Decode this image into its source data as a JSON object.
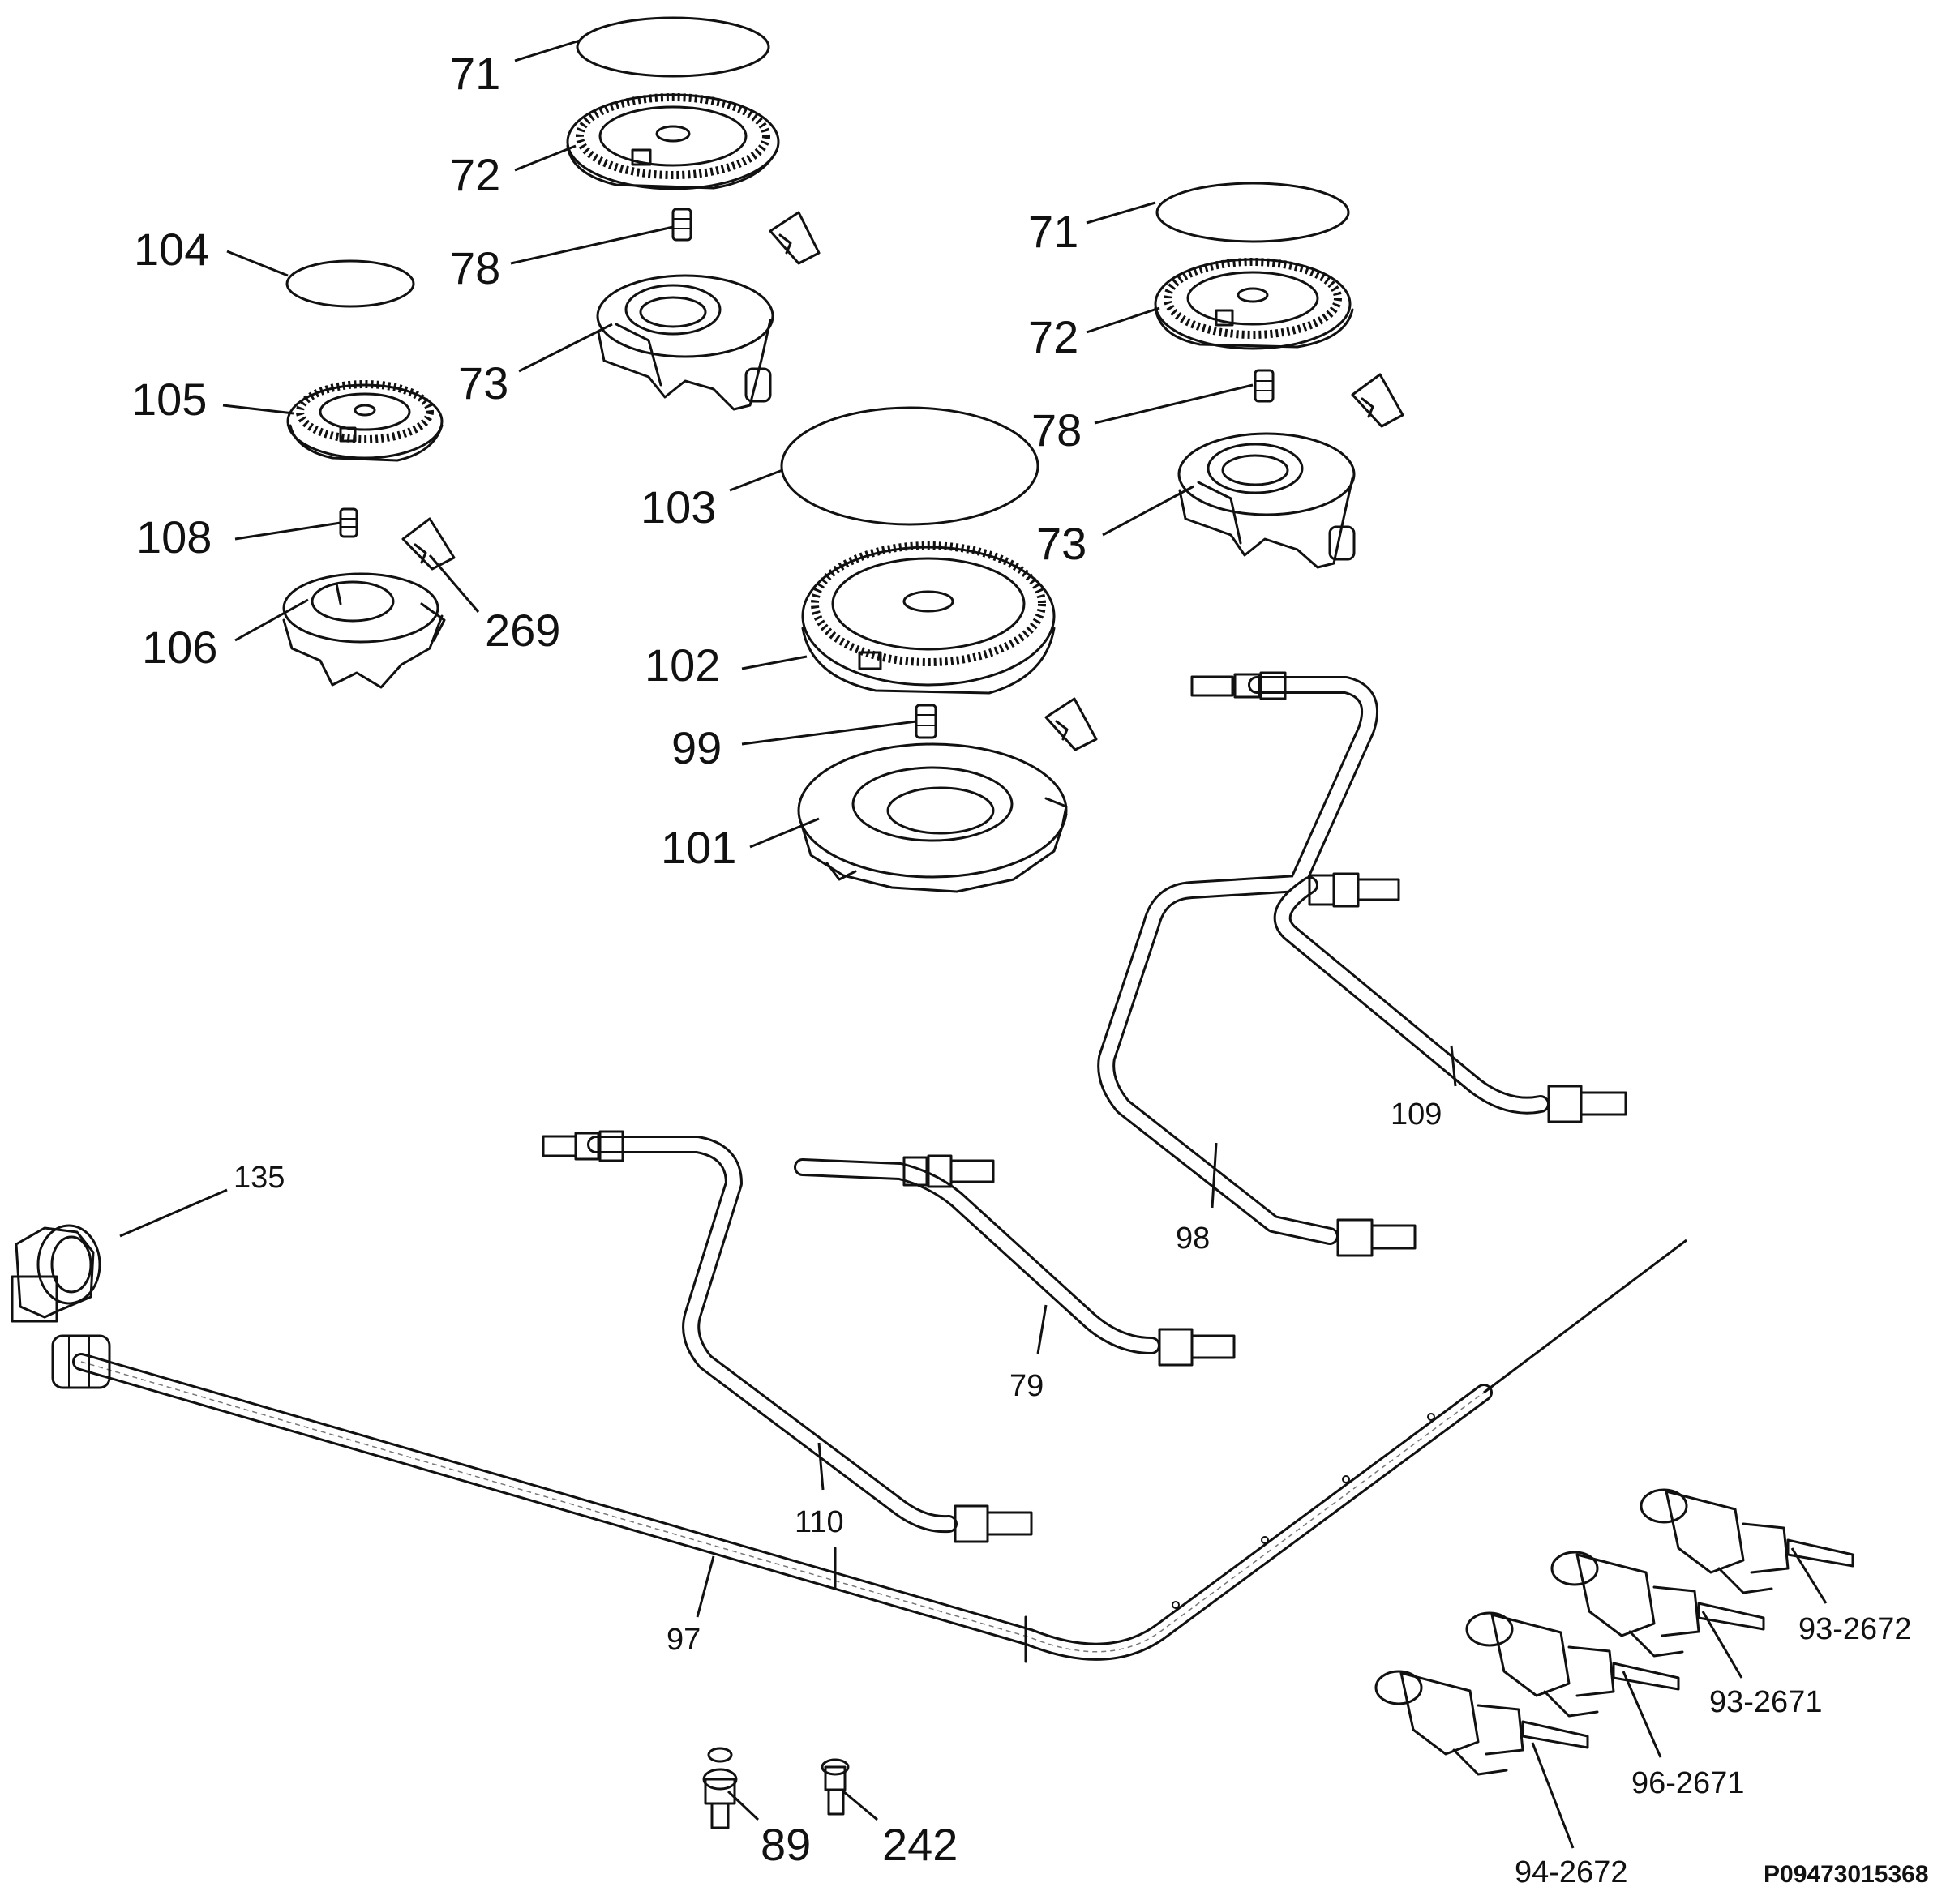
{
  "labels": {
    "cap_large_left": "71",
    "ring_large_left": "72",
    "pin_large_left": "78",
    "body_large_left": "73",
    "cap_small": "104",
    "ring_small": "105",
    "pin_small": "108",
    "body_small": "106",
    "clip_small": "269",
    "cap_large_right": "71",
    "ring_large_right": "72",
    "pin_large_right": "78",
    "body_large_right": "73",
    "cap_wok": "103",
    "ring_wok": "102",
    "pin_wok": "99",
    "body_wok": "101",
    "pipe_98": "98",
    "pipe_109": "109",
    "pipe_79": "79",
    "pipe_110": "110",
    "pipe_97": "97",
    "elbow": "135",
    "tap_1": "93-2672",
    "tap_2": "93-2671",
    "tap_3": "96-2671",
    "tap_4": "94-2672",
    "injector_89": "89",
    "injector_242": "242",
    "drawing_code": "P09473015368"
  }
}
